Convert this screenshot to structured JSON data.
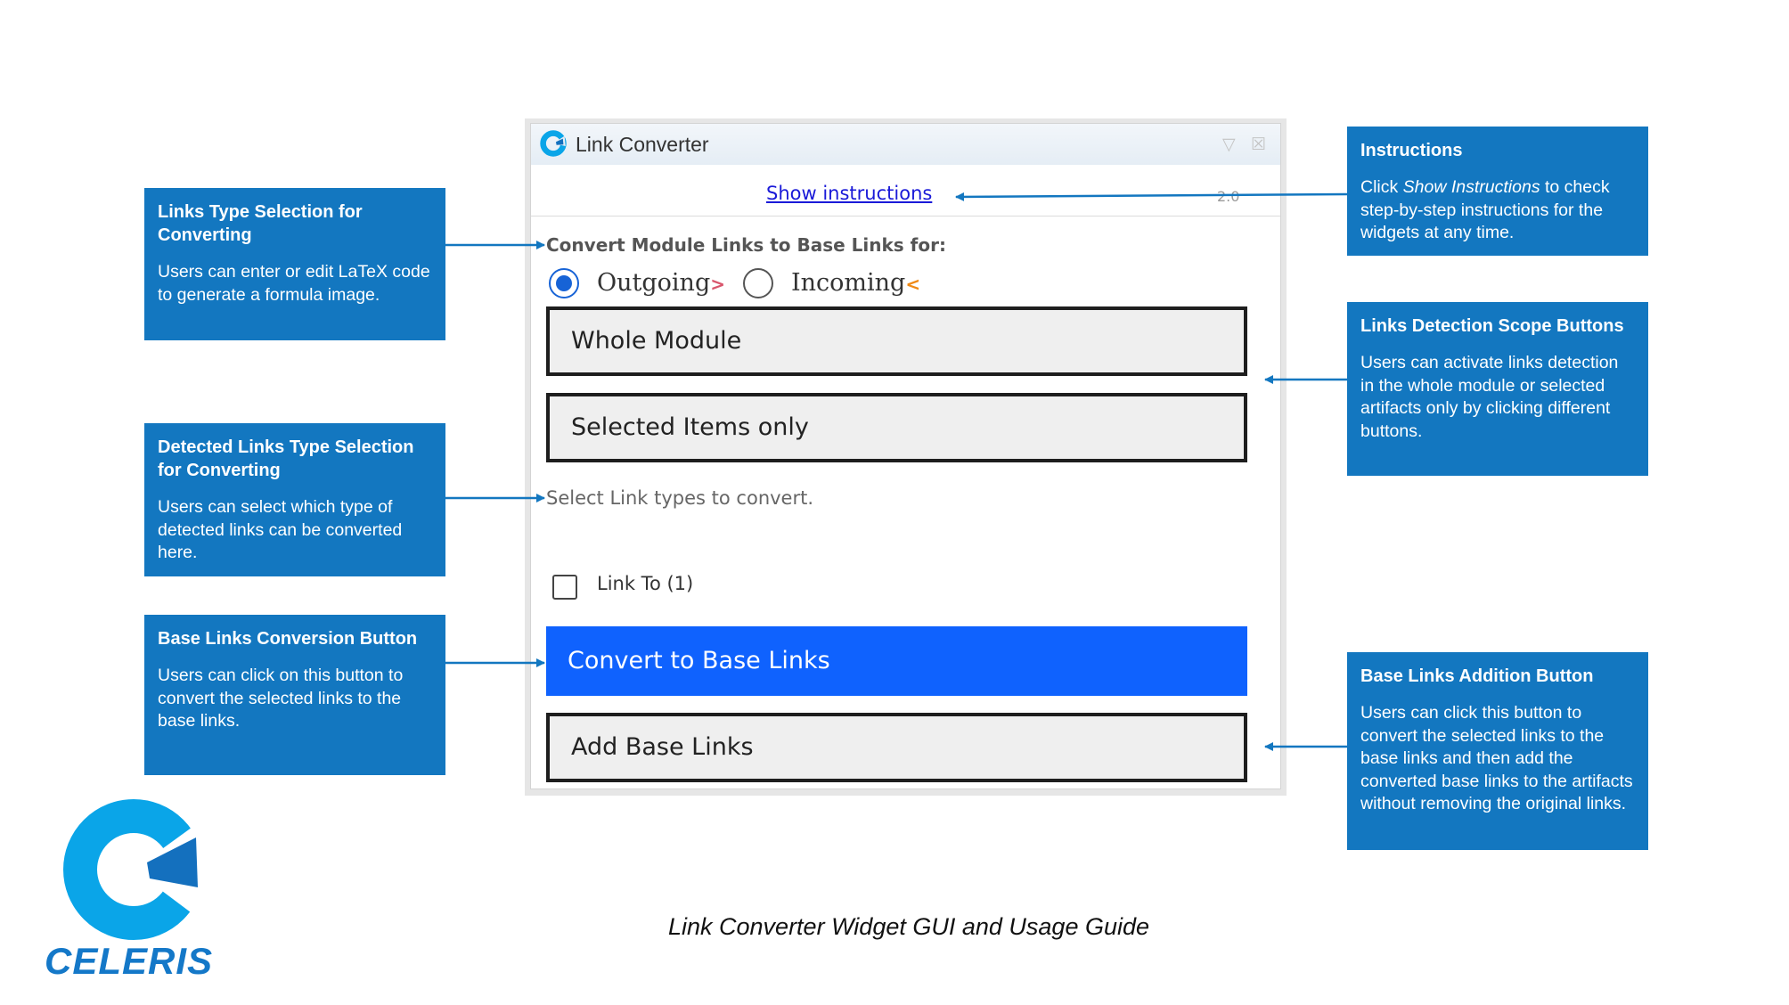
{
  "widget": {
    "title": "Link Converter",
    "show_instructions": "Show instructions",
    "version": "2.0",
    "section_label": "Convert Module Links to Base Links for:",
    "radio": {
      "outgoing_label": "Outgoing",
      "outgoing_icon": ">",
      "incoming_label": "Incoming",
      "incoming_icon": "<",
      "selected": "outgoing"
    },
    "whole_module_label": "Whole Module",
    "selected_items_label": "Selected Items only",
    "hint": "Select Link types to convert.",
    "link_to_label": "Link To (1)",
    "convert_button_label": "Convert to Base Links",
    "add_base_links_label": "Add Base Links"
  },
  "callouts": {
    "links_type": {
      "title": "Links Type Selection for Converting",
      "body": "Users can enter or edit LaTeX code to generate a formula image."
    },
    "detected_links": {
      "title": "Detected Links Type Selection for Converting",
      "body": "Users can select which type of detected links can be converted here."
    },
    "base_conversion": {
      "title": "Base Links Conversion Button",
      "body": "Users can click on this button to convert the selected links to the base links."
    },
    "instructions": {
      "title": "Instructions",
      "body_prefix": "Click ",
      "body_emphasis": "Show Instructions",
      "body_suffix": " to check step-by-step instructions for the widgets at any time."
    },
    "scope": {
      "title": "Links Detection Scope Buttons",
      "body": "Users can activate links detection in the whole module or selected artifacts only by clicking different buttons."
    },
    "addition": {
      "title": "Base Links Addition Button",
      "body": "Users can click this button to convert the selected links to the base links and then add the converted base links to the artifacts without removing the original links."
    }
  },
  "brand": {
    "name": "CELERIS"
  },
  "caption": "Link Converter Widget GUI and Usage Guide",
  "colors": {
    "callout_bg": "#1377c0",
    "primary_button": "#0f62fe",
    "brand_light": "#0aa5e8",
    "brand_dark": "#1470be",
    "outgoing_icon": "#d9576d",
    "incoming_icon": "#f08a16"
  }
}
